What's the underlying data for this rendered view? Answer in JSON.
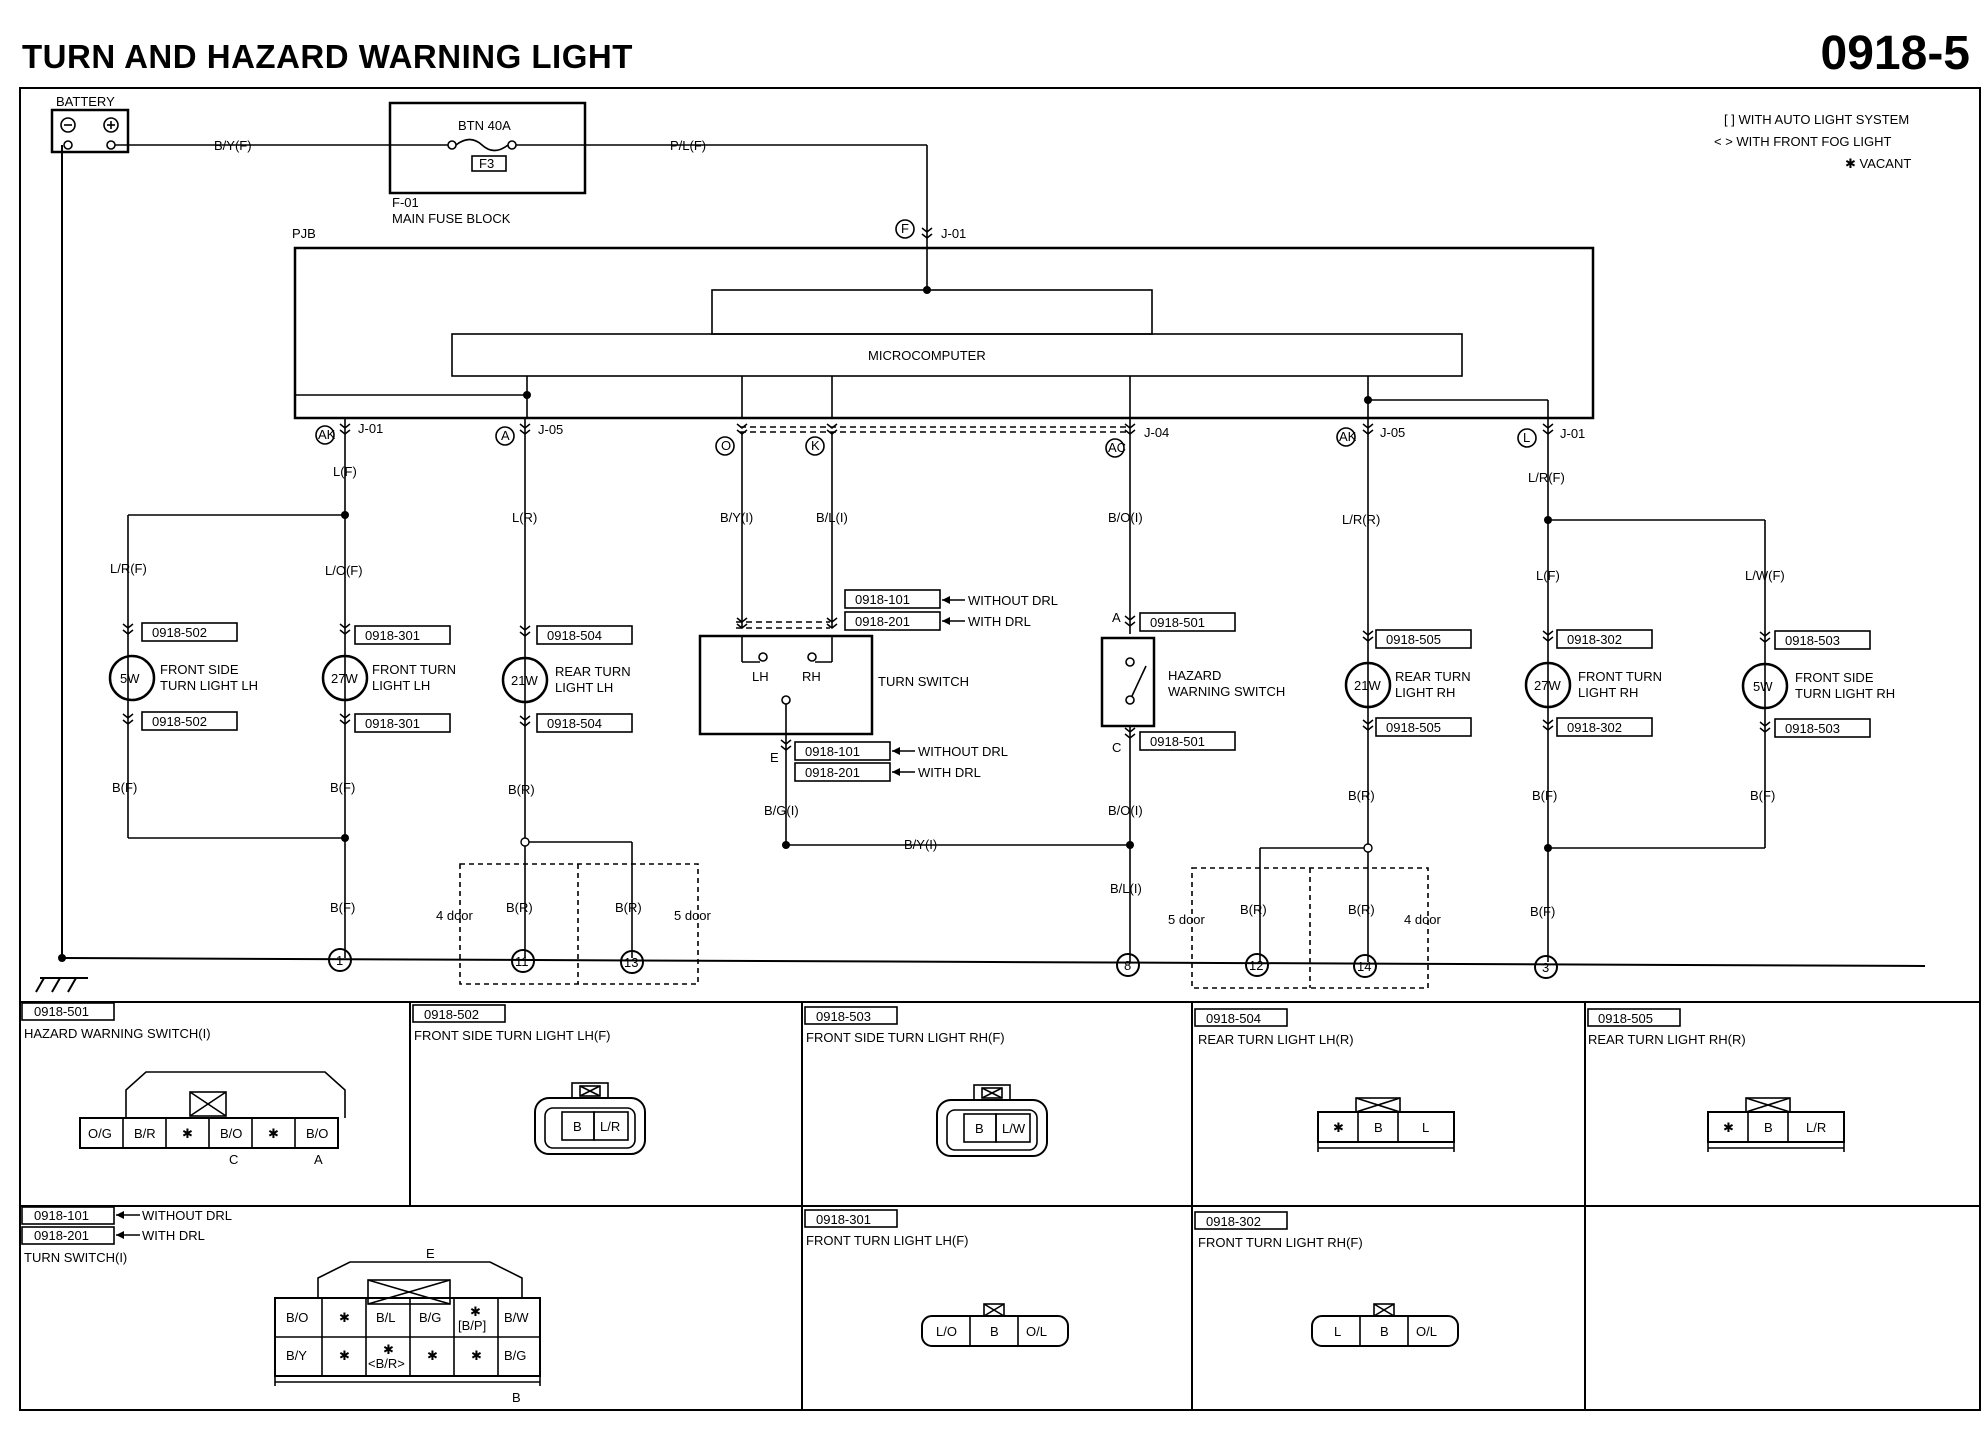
{
  "title": "TURN AND HAZARD WARNING LIGHT",
  "page_number": "0918-5",
  "legend": {
    "auto_light": "[ ] WITH AUTO LIGHT SYSTEM",
    "front_fog": "< > WITH FRONT FOG LIGHT",
    "vacant": "✱ VACANT"
  },
  "battery": "BATTERY",
  "fuse": {
    "name": "BTN 40A",
    "id": "F3",
    "block_id": "F-01",
    "block_name": "MAIN FUSE BLOCK"
  },
  "wires": {
    "by_f": "B/Y(F)",
    "pl_f": "P/L(F)",
    "lf": "L(F)",
    "lr": "L(R)",
    "by_i": "B/Y(I)",
    "bl_i": "B/L(I)",
    "bo_i": "B/O(I)",
    "lrr": "L/R(R)",
    "lrf": "L/R(F)",
    "lof": "L/O(F)",
    "lwf": "L/W(F)",
    "bf": "B(F)",
    "br": "B(R)",
    "bg_i": "B/G(I)",
    "bl_i2": "B/L(I)"
  },
  "pjb": "PJB",
  "microcomputer": "MICROCOMPUTER",
  "joints": {
    "j01": "J-01",
    "j05": "J-05",
    "j04": "J-04"
  },
  "terminals": {
    "f": "F",
    "ak": "AK",
    "a": "A",
    "o": "O",
    "k": "K",
    "ac": "AC",
    "l": "L"
  },
  "connectors": {
    "c502": "0918-502",
    "c301": "0918-301",
    "c504": "0918-504",
    "c101": "0918-101",
    "c201": "0918-201",
    "c501": "0918-501",
    "c505": "0918-505",
    "c302": "0918-302",
    "c503": "0918-503"
  },
  "drl": {
    "without": "WITHOUT DRL",
    "with": "WITH DRL"
  },
  "components": {
    "fs_lh": "FRONT SIDE",
    "fs_lh2": "TURN LIGHT LH",
    "ft_lh": "FRONT TURN",
    "ft_lh2": "LIGHT LH",
    "rt_lh": "REAR TURN",
    "rt_lh2": "LIGHT LH",
    "turn_switch": "TURN SWITCH",
    "hazard": "HAZARD",
    "hazard2": "WARNING SWITCH",
    "rt_rh": "REAR TURN",
    "rt_rh2": "LIGHT RH",
    "ft_rh": "FRONT TURN",
    "ft_rh2": "LIGHT RH",
    "fs_rh": "FRONT SIDE",
    "fs_rh2": "TURN LIGHT RH"
  },
  "bulbs": {
    "w5": "5W",
    "w27": "27W",
    "w21": "21W"
  },
  "switch_labels": {
    "lh": "LH",
    "rh": "RH",
    "e": "E",
    "a": "A",
    "c": "C"
  },
  "doors": {
    "four": "4 door",
    "five": "5 door"
  },
  "grounds": [
    "1",
    "11",
    "13",
    "8",
    "12",
    "14",
    "3"
  ],
  "views": {
    "v501": {
      "id": "0918-501",
      "name": "HAZARD WARNING SWITCH(I)",
      "pins": [
        "O/G",
        "B/R",
        "✱",
        "B/O",
        "✱",
        "B/O"
      ],
      "c": "C",
      "a": "A"
    },
    "v502": {
      "id": "0918-502",
      "name": "FRONT SIDE TURN LIGHT LH(F)",
      "pins": [
        "B",
        "L/R"
      ]
    },
    "v503": {
      "id": "0918-503",
      "name": "FRONT SIDE TURN LIGHT RH(F)",
      "pins": [
        "B",
        "L/W"
      ]
    },
    "v504": {
      "id": "0918-504",
      "name": "REAR TURN LIGHT LH(R)",
      "pins": [
        "✱",
        "B",
        "L"
      ]
    },
    "v505": {
      "id": "0918-505",
      "name": "REAR TURN LIGHT RH(R)",
      "pins": [
        "✱",
        "B",
        "L/R"
      ]
    },
    "v101": {
      "id": "0918-101",
      "id2": "0918-201",
      "without": "WITHOUT DRL",
      "with": "WITH DRL",
      "name": "TURN SWITCH(I)",
      "e": "E",
      "b": "B",
      "row1": [
        "B/O",
        "✱",
        "B/L",
        "B/G",
        "✱",
        "B/W"
      ],
      "row1_sub": "[B/P]",
      "row2": [
        "B/Y",
        "✱",
        "✱",
        "✱",
        "✱",
        "B/G"
      ],
      "row2_sub": "<B/R>"
    },
    "v301": {
      "id": "0918-301",
      "name": "FRONT TURN LIGHT LH(F)",
      "pins": [
        "L/O",
        "B",
        "O/L"
      ]
    },
    "v302": {
      "id": "0918-302",
      "name": "FRONT TURN LIGHT RH(F)",
      "pins": [
        "L",
        "B",
        "O/L"
      ]
    }
  }
}
